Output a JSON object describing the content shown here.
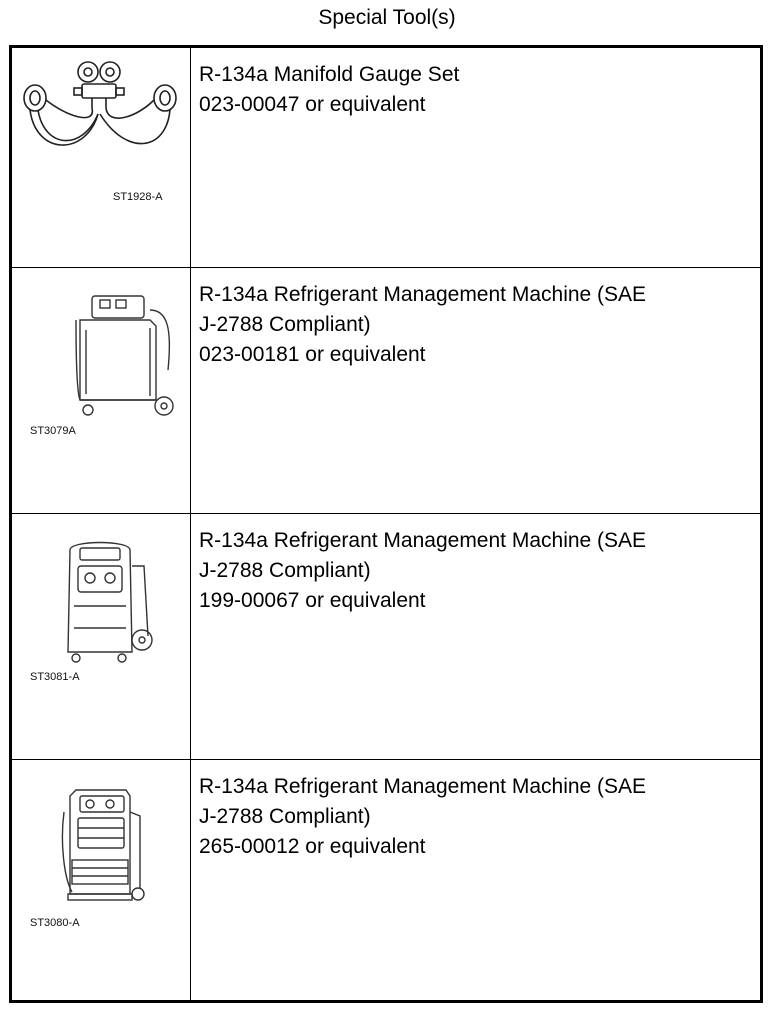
{
  "page": {
    "title": "Special Tool(s)"
  },
  "tools": [
    {
      "icon": "manifold-gauge-set-icon",
      "code": "ST1928-A",
      "name": "R-134a Manifold Gauge Set",
      "name_cont": "",
      "part": "023-00047 or equivalent"
    },
    {
      "icon": "refrigerant-machine-icon",
      "code": "ST3079A",
      "name": "R-134a Refrigerant Management Machine (SAE",
      "name_cont": "J-2788 Compliant)",
      "part": "023-00181 or equivalent"
    },
    {
      "icon": "refrigerant-machine-icon",
      "code": "ST3081-A",
      "name": "R-134a Refrigerant Management Machine (SAE",
      "name_cont": "J-2788 Compliant)",
      "part": "199-00067 or equivalent"
    },
    {
      "icon": "refrigerant-machine-icon",
      "code": "ST3080-A",
      "name": "R-134a Refrigerant Management Machine (SAE",
      "name_cont": "J-2788 Compliant)",
      "part": "265-00012 or equivalent"
    }
  ]
}
